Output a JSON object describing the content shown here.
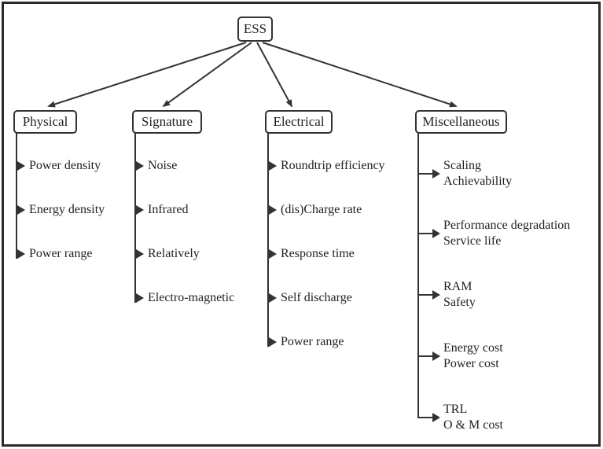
{
  "diagram": {
    "title_node": "ESS",
    "ink_color": "#333333",
    "background_color": "#ffffff",
    "columns": [
      {
        "label": "Physical",
        "items": [
          "Power density",
          "Energy density",
          "Power range"
        ]
      },
      {
        "label": "Signature",
        "items": [
          "Noise",
          "Infrared",
          "Relatively",
          "Electro-magnetic"
        ]
      },
      {
        "label": "Electrical",
        "items": [
          "Roundtrip efficiency",
          "(dis)Charge rate",
          "Response time",
          "Self discharge",
          "Power range"
        ]
      },
      {
        "label": "Miscellaneous",
        "items": [
          "Scaling\nAchievability",
          "Performance degradation\nService life",
          "RAM\nSafety",
          "Energy cost\nPower cost",
          "TRL\nO & M cost"
        ]
      }
    ]
  }
}
